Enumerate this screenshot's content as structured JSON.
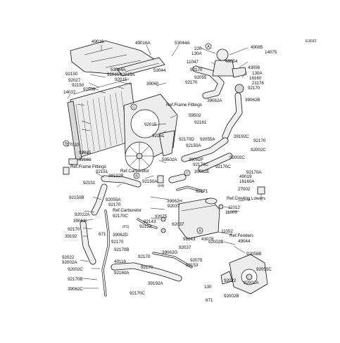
{
  "diagram_code": "E3032",
  "callouts": {
    "a": "A",
    "b": "B",
    "c": "C"
  },
  "refs": {
    "frame_fittings_1": "Ref.Frame Fittings",
    "frame_fittings_2": "Ref.Frame Fittings",
    "carburetor_1": "Ref.Carburetor",
    "carburetor_2": "Ref.Carburetor",
    "cowling_lowers": "Ref.Cowling Lowers",
    "fenders": "Ref.Fenders"
  },
  "notes": {
    "n4": "(#4)",
    "n1": "(#1)"
  },
  "parts": {
    "p49016": "49016",
    "p49016a": "49016A",
    "p53044a_top": "53044A",
    "p220": "220",
    "p130a_top": "130A",
    "p49085": "49085",
    "p14075": "14075",
    "p11047": "11047",
    "p49054": "49054",
    "p43056": "43056",
    "p130a_r": "130A",
    "p16160": "16160",
    "p21176": "21176",
    "p92170_r1": "92170",
    "p53044a_mid": "53044A",
    "p92015_a": "92015",
    "p92015a": "92015A",
    "p53044": "53044",
    "p92170_t": "92170",
    "p92150_l": "92150",
    "p92027": "92027",
    "p92150_l2": "92150",
    "p92009": "92009",
    "p92015_b": "92015",
    "p92055": "92055",
    "p92170_t2": "92170",
    "p14037": "14037",
    "p39060": "39060",
    "p39062a": "39062A",
    "p39062b": "39062B",
    "p59502": "59502",
    "p92161_r": "92161",
    "p92015_c": "92015",
    "p92161_m": "92161",
    "p27010": "27010",
    "p92015_d": "92015",
    "p92160": "92160",
    "p92170d": "92170D",
    "p92055a_r": "92055A",
    "p39192c": "39192C",
    "p92170_r2": "92170",
    "p92002c_r": "92002C",
    "p92150a_m": "92150A",
    "p59502a": "59502A",
    "p39062f": "39062F",
    "p92170c_m": "92170C",
    "p92002c_m": "92002C",
    "p92151_l": "92151",
    "p39192b": "39192B",
    "p39062e": "39062E",
    "p92170c_m2": "92170C",
    "p92170a": "92170A",
    "p16160a": "16160A",
    "p49019": "49019",
    "p92151_l2": "92151",
    "p92150a_c": "92150A",
    "p92171": "92171",
    "p27002": "27002",
    "p92150b": "92150B",
    "p92055a_l": "92055A",
    "p92170_l": "92170",
    "p39062h": "39062H",
    "p92037_a": "92037",
    "p11012": "11012",
    "p11009": "11009",
    "p92022a": "92022A",
    "p92075": "92075",
    "p39062i": "39062I",
    "p92170c_l": "92170C",
    "p92143_a": "92143",
    "p92153_a": "92153",
    "p92037_b": "92037",
    "p92170_l2": "92170",
    "p671_a": "671",
    "p11052": "11052",
    "p39192": "39192",
    "p39062d": "39062D",
    "p92143_b": "92143",
    "p43078": "43078",
    "p92002b_a": "92002B",
    "p49044": "49044",
    "p92170_l3": "92170",
    "p92037_c": "92037",
    "p92170b": "92170B",
    "p39062g": "39062G",
    "p92022": "92022",
    "p92002a_l": "92002A",
    "p92170_l4": "92170",
    "p49116": "49116",
    "p92075_b": "92075",
    "p92153_b": "92153",
    "p92058b": "92058B",
    "p92055c": "92055C",
    "p92002c_l": "92002C",
    "p92160a": "92160A",
    "p92170b_b": "92170B",
    "p39062c": "39062C",
    "p92170_l5": "92170",
    "p39192a": "39192A",
    "p92022_b": "92022",
    "p130": "130",
    "p92002a_r": "92002A",
    "p92170c_b": "92170C",
    "p671_b": "671",
    "p92002b_b": "92002B"
  }
}
